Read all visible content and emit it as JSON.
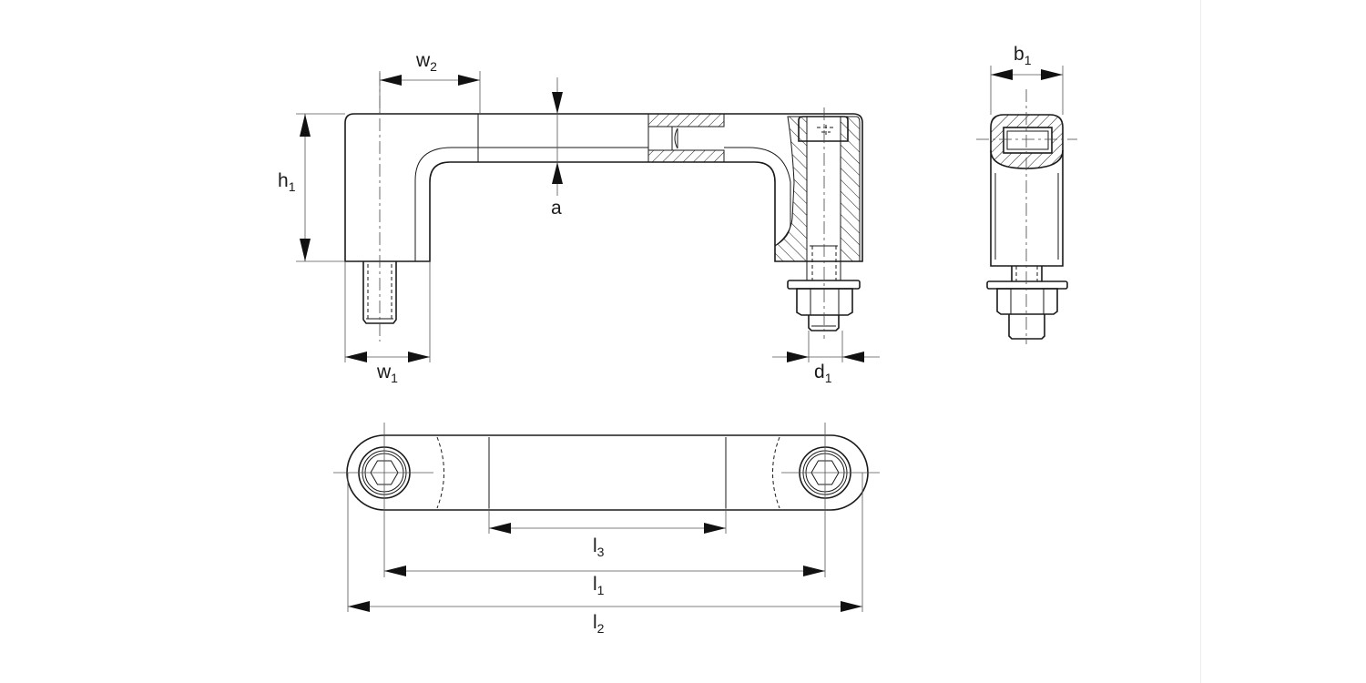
{
  "dimensions": {
    "w2": {
      "base": "w",
      "sub": "2"
    },
    "h1": {
      "base": "h",
      "sub": "1"
    },
    "a": {
      "base": "a"
    },
    "w1": {
      "base": "w",
      "sub": "1"
    },
    "d1": {
      "base": "d",
      "sub": "1"
    },
    "b1": {
      "base": "b",
      "sub": "1"
    },
    "l3": {
      "base": "l",
      "sub": "3"
    },
    "l1": {
      "base": "l",
      "sub": "1"
    },
    "l2": {
      "base": "l",
      "sub": "2"
    }
  }
}
